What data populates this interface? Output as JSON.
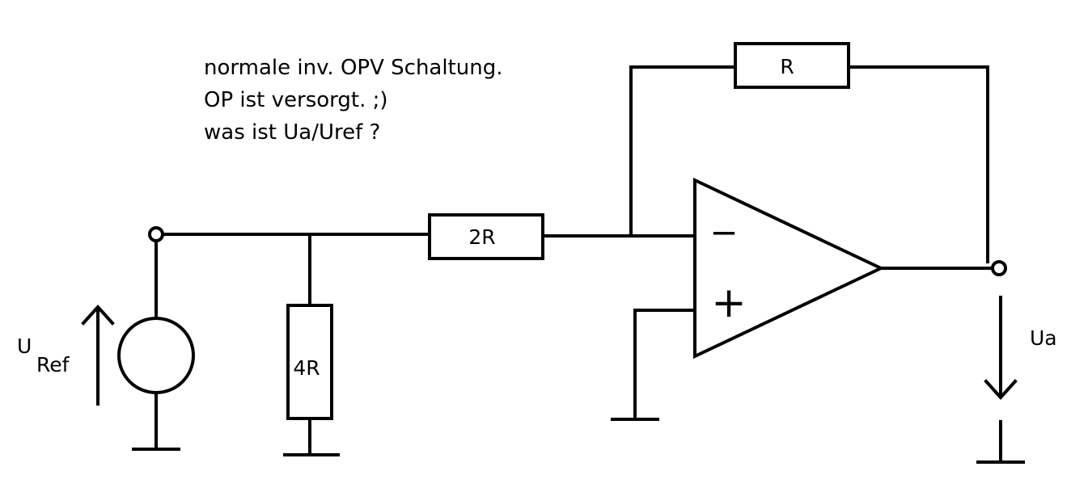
{
  "note": {
    "lines": [
      "normale inv. OPV Schaltung.",
      "OP ist versorgt. ;)",
      "was ist Ua/Uref ?"
    ]
  },
  "components": {
    "feedback_resistor": "R",
    "input_resistor": "2R",
    "shunt_resistor": "4R",
    "opamp_minus": "−",
    "opamp_plus": "+"
  },
  "source": {
    "symbol": "U",
    "subscript": "Ref"
  },
  "output": {
    "label": "Ua"
  },
  "colors": {
    "ink": "#000000",
    "background": "#ffffff"
  }
}
